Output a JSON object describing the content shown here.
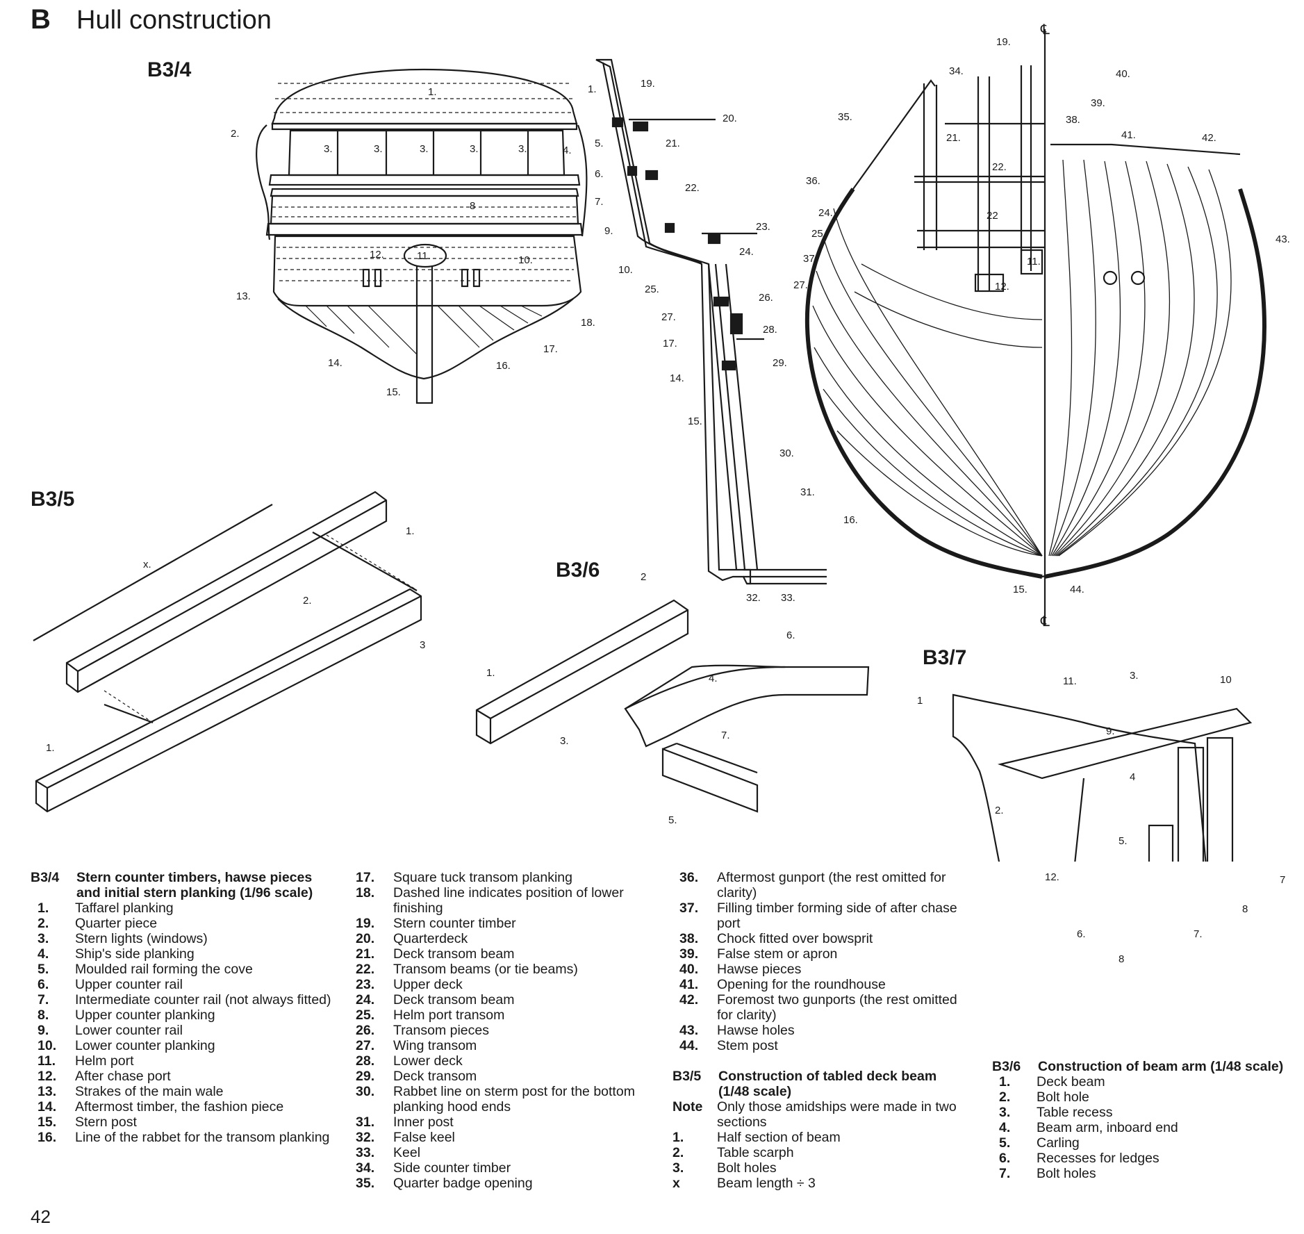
{
  "header": {
    "letter": "B",
    "title": "Hull construction"
  },
  "figures": {
    "b34": {
      "label": "B3/4",
      "numbers": [
        "1.",
        "2.",
        "3.",
        "3.",
        "3.",
        "3.",
        "3.",
        "4.",
        "5.",
        "6.",
        "7.",
        "8",
        "9.",
        "10.",
        "11.",
        "12.",
        "13.",
        "14.",
        "15.",
        "16.",
        "17.",
        "18."
      ]
    },
    "side": {
      "numbers": [
        "1.",
        "19.",
        "20.",
        "21.",
        "22.",
        "23.",
        "24.",
        "25.",
        "26.",
        "27.",
        "28.",
        "29.",
        "10.",
        "17.",
        "14.",
        "15.",
        "30.",
        "31.",
        "32.",
        "33."
      ]
    },
    "bow": {
      "numbers": [
        "19.",
        "34.",
        "35.",
        "36.",
        "24.",
        "25.",
        "37.",
        "27.",
        "21.",
        "22.",
        "22",
        "11.",
        "12.",
        "38.",
        "39.",
        "40.",
        "41.",
        "42.",
        "43.",
        "16.",
        "15.",
        "44."
      ],
      "centerline": "℄"
    },
    "b35": {
      "label": "B3/5",
      "numbers": [
        "x.",
        "1.",
        "2.",
        "3",
        "1."
      ]
    },
    "b36": {
      "label": "B3/6",
      "numbers": [
        "2",
        "1.",
        "3.",
        "4.",
        "6.",
        "7.",
        "5."
      ]
    },
    "b37": {
      "label": "B3/7",
      "numbers": [
        "1",
        "11.",
        "3.",
        "10",
        "9.",
        "4",
        "2.",
        "5.",
        "12.",
        "6.",
        "7",
        "7.",
        "8",
        "8"
      ]
    }
  },
  "legend": {
    "b34_heading": {
      "key": "B3/4",
      "text": "Stern counter timbers, hawse pieces and initial stern planking (1/96 scale)"
    },
    "col1": [
      {
        "n": "1.",
        "t": "Taffarel planking"
      },
      {
        "n": "2.",
        "t": "Quarter piece"
      },
      {
        "n": "3.",
        "t": "Stern lights (windows)"
      },
      {
        "n": "4.",
        "t": "Ship's side planking"
      },
      {
        "n": "5.",
        "t": "Moulded rail forming the cove"
      },
      {
        "n": "6.",
        "t": "Upper counter rail"
      },
      {
        "n": "7.",
        "t": "Intermediate counter rail (not always fitted)"
      },
      {
        "n": "8.",
        "t": "Upper counter planking"
      },
      {
        "n": "9.",
        "t": "Lower counter rail"
      },
      {
        "n": "10.",
        "t": "Lower counter planking"
      },
      {
        "n": "11.",
        "t": "Helm port"
      },
      {
        "n": "12.",
        "t": "After chase port"
      },
      {
        "n": "13.",
        "t": "Strakes of the main wale"
      },
      {
        "n": "14.",
        "t": "Aftermost timber, the fashion piece"
      },
      {
        "n": "15.",
        "t": "Stern post"
      },
      {
        "n": "16.",
        "t": "Line of the rabbet for the transom planking"
      }
    ],
    "col2": [
      {
        "n": "17.",
        "t": "Square tuck transom planking"
      },
      {
        "n": "18.",
        "t": "Dashed line indicates position of lower finishing"
      },
      {
        "n": "19.",
        "t": "Stern counter timber"
      },
      {
        "n": "20.",
        "t": "Quarterdeck"
      },
      {
        "n": "21.",
        "t": "Deck transom beam"
      },
      {
        "n": "22.",
        "t": "Transom beams (or tie beams)"
      },
      {
        "n": "23.",
        "t": "Upper deck"
      },
      {
        "n": "24.",
        "t": "Deck transom beam"
      },
      {
        "n": "25.",
        "t": "Helm port transom"
      },
      {
        "n": "26.",
        "t": "Transom pieces"
      },
      {
        "n": "27.",
        "t": "Wing transom"
      },
      {
        "n": "28.",
        "t": "Lower deck"
      },
      {
        "n": "29.",
        "t": "Deck transom"
      },
      {
        "n": "30.",
        "t": "Rabbet line on sterm post for the bottom planking hood ends"
      },
      {
        "n": "31.",
        "t": "Inner post"
      },
      {
        "n": "32.",
        "t": "False keel"
      },
      {
        "n": "33.",
        "t": "Keel"
      },
      {
        "n": "34.",
        "t": "Side counter timber"
      },
      {
        "n": "35.",
        "t": "Quarter badge opening"
      }
    ],
    "col3": [
      {
        "n": "36.",
        "t": "Aftermost gunport (the rest omitted for clarity)"
      },
      {
        "n": "37.",
        "t": "Filling timber forming side of after chase port"
      },
      {
        "n": "38.",
        "t": "Chock fitted over bowsprit"
      },
      {
        "n": "39.",
        "t": "False stem or apron"
      },
      {
        "n": "40.",
        "t": "Hawse pieces"
      },
      {
        "n": "41.",
        "t": "Opening for the roundhouse"
      },
      {
        "n": "42.",
        "t": "Foremost two gunports (the rest omitted for clarity)"
      },
      {
        "n": "43.",
        "t": "Hawse holes"
      },
      {
        "n": "44.",
        "t": "Stem post"
      }
    ],
    "b35_heading": {
      "key": "B3/5",
      "text": "Construction of tabled deck beam (1/48 scale)"
    },
    "b35_items": [
      {
        "n": "Note",
        "t": "Only those amidships were made in two sections"
      },
      {
        "n": "1.",
        "t": "Half section of beam"
      },
      {
        "n": "2.",
        "t": "Table scarph"
      },
      {
        "n": "3.",
        "t": "Bolt holes"
      },
      {
        "n": "x",
        "t": "Beam length ÷ 3"
      }
    ],
    "b36_heading": {
      "key": "B3/6",
      "text": "Construction of beam arm (1/48 scale)"
    },
    "b36_items": [
      {
        "n": "1.",
        "t": "Deck beam"
      },
      {
        "n": "2.",
        "t": "Bolt hole"
      },
      {
        "n": "3.",
        "t": "Table recess"
      },
      {
        "n": "4.",
        "t": "Beam arm, inboard end"
      },
      {
        "n": "5.",
        "t": "Carling"
      },
      {
        "n": "6.",
        "t": "Recesses for ledges"
      },
      {
        "n": "7.",
        "t": "Bolt holes"
      }
    ]
  },
  "page_number": "42"
}
